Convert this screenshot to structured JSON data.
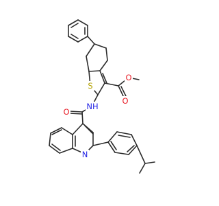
{
  "colors": {
    "bond": "#2b2b2b",
    "carbon": "#2b2b2b",
    "oxygen": "#e8202a",
    "nitrogen": "#2323e6",
    "sulfur": "#b3a100"
  },
  "atom_labels": {
    "sulfur": "S",
    "ester_carbonyl_oxygen": "O",
    "ester_ether_oxygen": "O",
    "amide_nh": "NH",
    "amide_oxygen": "O",
    "quinoline_nitrogen": "N"
  }
}
